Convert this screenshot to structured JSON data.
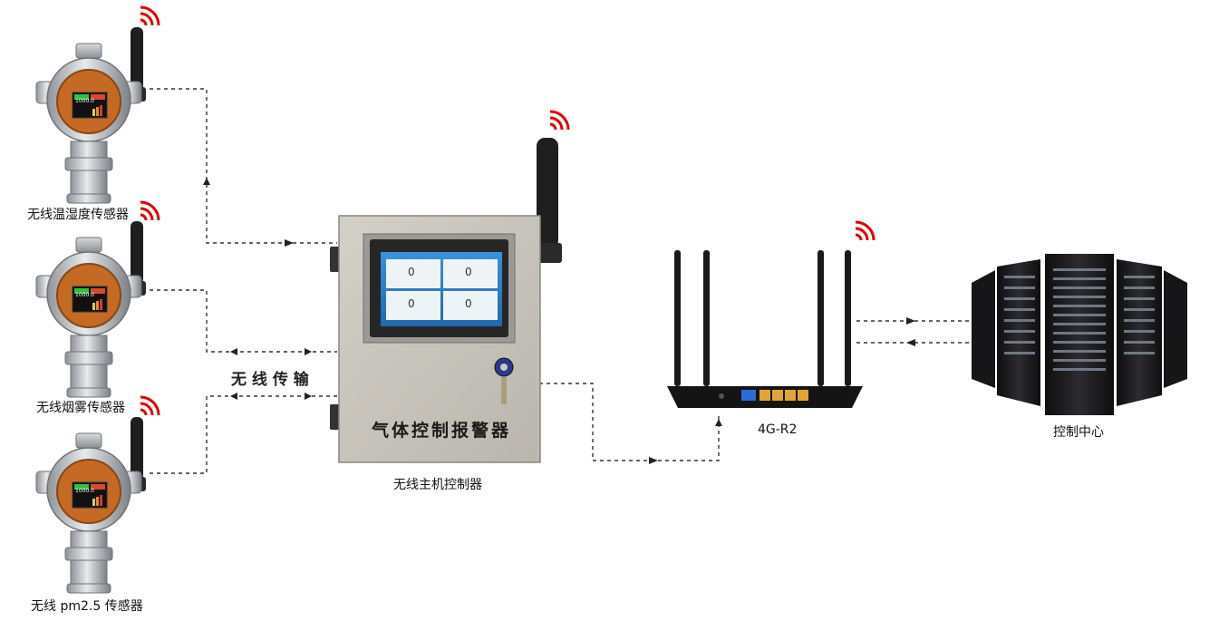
{
  "sensors": [
    {
      "label": "无线温湿度传感器",
      "screen_value": "1000.0"
    },
    {
      "label": "无线烟雾传感器",
      "screen_value": "1000.0"
    },
    {
      "label": "无线 pm2.5 传感器",
      "screen_value": "1000.0"
    }
  ],
  "wireless_label": "无 线 传 输",
  "controller": {
    "panel_text": "气体控制报警器",
    "caption": "无线主机控制器",
    "screen_values": [
      "0",
      "0",
      "0",
      "0"
    ]
  },
  "router": {
    "caption": "4G-R2"
  },
  "server": {
    "caption": "控制中心"
  },
  "colors": {
    "signal": "#e00000",
    "panel": "#c9c6be",
    "screen": "#2f86cf",
    "router_port": "#e3a531",
    "router_port_blue": "#2a6bd8",
    "server_body": "#1b1b1d"
  }
}
